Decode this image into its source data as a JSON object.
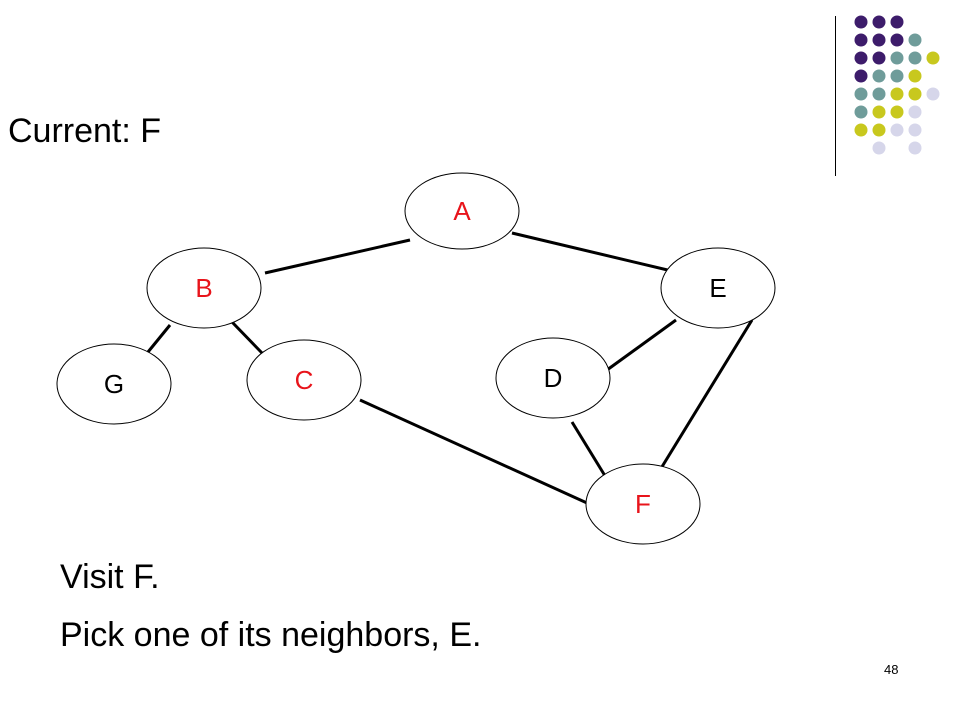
{
  "slide": {
    "title": "Current: F",
    "lines": [
      "Visit F.",
      "Pick one of its neighbors, E."
    ],
    "page_number": "48"
  },
  "graph": {
    "nodes": [
      {
        "id": "A",
        "label": "A",
        "color": "#e8141b"
      },
      {
        "id": "B",
        "label": "B",
        "color": "#e8141b"
      },
      {
        "id": "C",
        "label": "C",
        "color": "#e8141b"
      },
      {
        "id": "D",
        "label": "D",
        "color": "#000000"
      },
      {
        "id": "E",
        "label": "E",
        "color": "#000000"
      },
      {
        "id": "F",
        "label": "F",
        "color": "#e8141b"
      },
      {
        "id": "G",
        "label": "G",
        "color": "#000000"
      }
    ],
    "edges": [
      [
        "A",
        "B"
      ],
      [
        "A",
        "E"
      ],
      [
        "B",
        "G"
      ],
      [
        "B",
        "C"
      ],
      [
        "C",
        "F"
      ],
      [
        "D",
        "E"
      ],
      [
        "D",
        "F"
      ],
      [
        "E",
        "F"
      ]
    ]
  },
  "decoration": {
    "dot_colors": {
      "purple": "#3d1c6b",
      "teal": "#6f9c9a",
      "olive": "#c8c81e",
      "lavender": "#d6d6ea"
    }
  }
}
